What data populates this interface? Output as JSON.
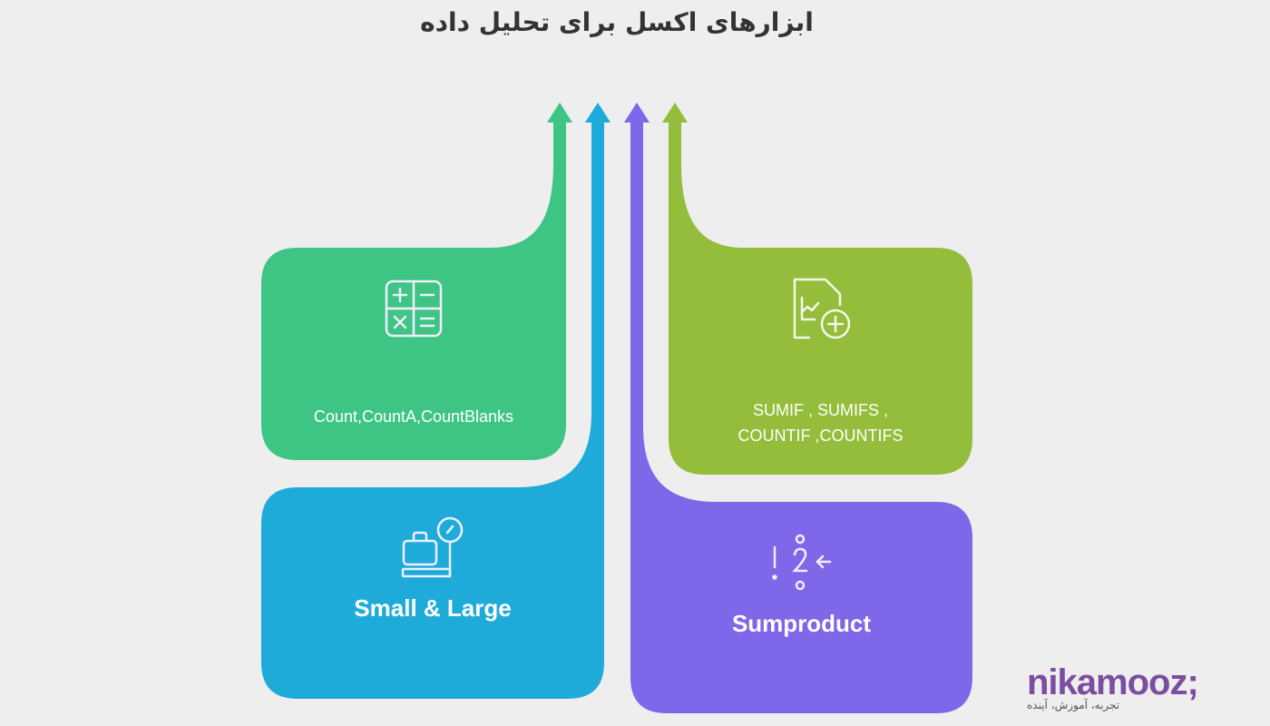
{
  "title": "ابزارهای اکسل برای تحلیل داده",
  "cards": [
    {
      "id": "count",
      "label": "Count,CountA,CountBlanks",
      "icon": "calculator-icon",
      "color": "#3ec584"
    },
    {
      "id": "small-large",
      "label": "Small & Large",
      "icon": "luggage-scale-icon",
      "color": "#1fabd9"
    },
    {
      "id": "sumproduct",
      "label": "Sumproduct",
      "icon": "number-sequence-icon",
      "color": "#7e67e8"
    },
    {
      "id": "sumif",
      "label_line1": "SUMIF , SUMIFS ,",
      "label_line2": "COUNTIF ,COUNTIFS",
      "icon": "chart-document-add-icon",
      "color": "#93bd3a"
    }
  ],
  "logo": {
    "name": "nikamooz;",
    "tagline": "تجربه، آموزش، آینده"
  }
}
